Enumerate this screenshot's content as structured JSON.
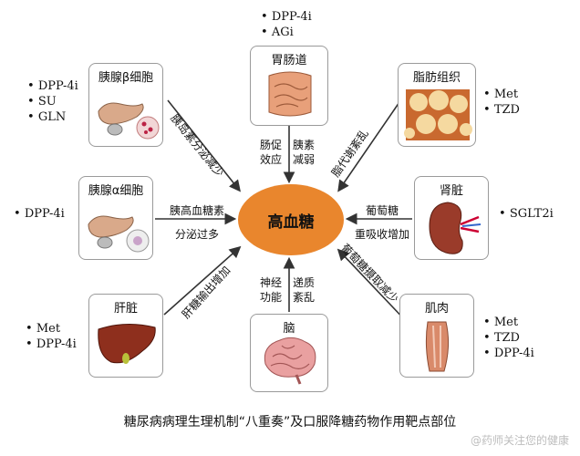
{
  "center": {
    "label": "高血糖",
    "color": "#e9862d"
  },
  "organs": {
    "pancreas_beta": {
      "title": "胰腺β细胞",
      "drugs": [
        "DPP-4i",
        "SU",
        "GLN"
      ],
      "mechanism": [
        "胰岛素分泌减少"
      ]
    },
    "gut": {
      "title": "胃肠道",
      "drugs": [
        "DPP-4i",
        "AGi"
      ],
      "mechanism": [
        "肠促效应",
        "胰素减弱"
      ]
    },
    "adipose": {
      "title": "脂肪组织",
      "drugs": [
        "Met",
        "TZD"
      ],
      "mechanism": [
        "脂代谢紊乱"
      ]
    },
    "pancreas_alpha": {
      "title": "胰腺α细胞",
      "drugs": [
        "DPP-4i"
      ],
      "mechanism": [
        "胰高血糖素",
        "分泌过多"
      ]
    },
    "kidney": {
      "title": "肾脏",
      "drugs": [
        "SGLT2i"
      ],
      "mechanism": [
        "葡萄糖",
        "重吸收增加"
      ]
    },
    "liver": {
      "title": "肝脏",
      "drugs": [
        "Met",
        "DPP-4i"
      ],
      "mechanism": [
        "肝糖输出增加"
      ]
    },
    "brain": {
      "title": "脑",
      "drugs": [],
      "mechanism": [
        "神经功能",
        "递质紊乱"
      ]
    },
    "muscle": {
      "title": "肌肉",
      "drugs": [
        "Met",
        "TZD",
        "DPP-4i"
      ],
      "mechanism": [
        "葡萄糖摄取减少"
      ]
    }
  },
  "caption": "糖尿病病理生理机制“八重奏”及口服降糖药物作用靶点部位",
  "watermark": "@药师关注您的健康"
}
